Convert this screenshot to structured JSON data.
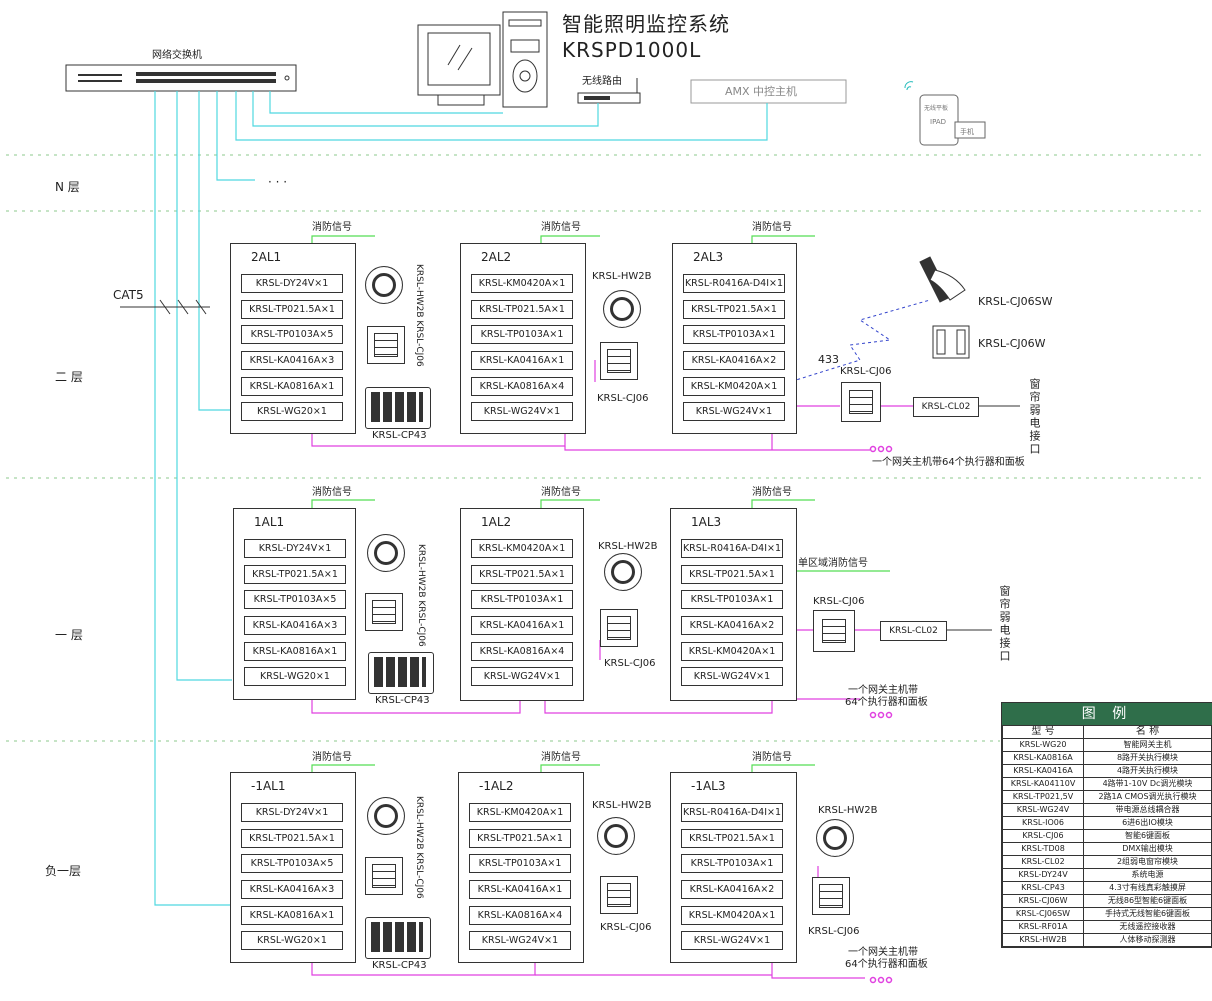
{
  "header": {
    "title_cn": "智能照明监控系统",
    "title_model": "KRSPD1000L"
  },
  "top": {
    "switch_label": "网络交换机",
    "router_label": "无线路由",
    "amx_label": "AMX 中控主机",
    "tablet_label": "无线平板",
    "tablet_ipad": "IPAD",
    "phone_label": "手机",
    "dots": "· · ·",
    "cat5": "CAT5"
  },
  "floors": {
    "n": "N 层",
    "f2": "二 层",
    "f1": "一 层",
    "b1": "负一层"
  },
  "common": {
    "fire": "消防信号",
    "single_fire": "单区域消防信号",
    "gw_note_a": "一个网关主机带64个执行器和面板",
    "gw_note_b1": "一个网关主机带",
    "gw_note_b2": "64个执行器和面板",
    "hw2b": "KRSL-HW2B",
    "cj06": "KRSL-CJ06",
    "cp43": "KRSL-CP43",
    "hw2b_cj06_v": "KRSL-HW2B  KRSL-CJ06",
    "cl02": "KRSL-CL02",
    "curtain": "窗帘弱电接口",
    "cj06sw": "KRSL-CJ06SW",
    "cj06w": "KRSL-CJ06W",
    "f433": "433"
  },
  "cabinets": {
    "c2al1": {
      "name": "2AL1",
      "modules": [
        "KRSL-DY24V×1",
        "KRSL-TP021.5A×1",
        "KRSL-TP0103A×5",
        "KRSL-KA0416A×3",
        "KRSL-KA0816A×1",
        "KRSL-WG20×1"
      ]
    },
    "c2al2": {
      "name": "2AL2",
      "modules": [
        "KRSL-KM0420A×1",
        "KRSL-TP021.5A×1",
        "KRSL-TP0103A×1",
        "KRSL-KA0416A×1",
        "KRSL-KA0816A×4",
        "KRSL-WG24V×1"
      ]
    },
    "c2al3": {
      "name": "2AL3",
      "modules": [
        "KRSL-R0416A-D4I×1",
        "KRSL-TP021.5A×1",
        "KRSL-TP0103A×1",
        "KRSL-KA0416A×2",
        "KRSL-KM0420A×1",
        "KRSL-WG24V×1"
      ]
    },
    "c1al1": {
      "name": "1AL1",
      "modules": [
        "KRSL-DY24V×1",
        "KRSL-TP021.5A×1",
        "KRSL-TP0103A×5",
        "KRSL-KA0416A×3",
        "KRSL-KA0816A×1",
        "KRSL-WG20×1"
      ]
    },
    "c1al2": {
      "name": "1AL2",
      "modules": [
        "KRSL-KM0420A×1",
        "KRSL-TP021.5A×1",
        "KRSL-TP0103A×1",
        "KRSL-KA0416A×1",
        "KRSL-KA0816A×4",
        "KRSL-WG24V×1"
      ]
    },
    "c1al3": {
      "name": "1AL3",
      "modules": [
        "KRSL-R0416A-D4I×1",
        "KRSL-TP021.5A×1",
        "KRSL-TP0103A×1",
        "KRSL-KA0416A×2",
        "KRSL-KM0420A×1",
        "KRSL-WG24V×1"
      ]
    },
    "cb1al1": {
      "name": "-1AL1",
      "modules": [
        "KRSL-DY24V×1",
        "KRSL-TP021.5A×1",
        "KRSL-TP0103A×5",
        "KRSL-KA0416A×3",
        "KRSL-KA0816A×1",
        "KRSL-WG20×1"
      ]
    },
    "cb1al2": {
      "name": "-1AL2",
      "modules": [
        "KRSL-KM0420A×1",
        "KRSL-TP021.5A×1",
        "KRSL-TP0103A×1",
        "KRSL-KA0416A×1",
        "KRSL-KA0816A×4",
        "KRSL-WG24V×1"
      ]
    },
    "cb1al3": {
      "name": "-1AL3",
      "modules": [
        "KRSL-R0416A-D4I×1",
        "KRSL-TP021.5A×1",
        "KRSL-TP0103A×1",
        "KRSL-KA0416A×2",
        "KRSL-KM0420A×1",
        "KRSL-WG24V×1"
      ]
    }
  },
  "legend": {
    "title": "图 例",
    "col_model": "型 号",
    "col_name": "名 称",
    "rows": [
      [
        "KRSL-WG20",
        "智能网关主机"
      ],
      [
        "KRSL-KA0816A",
        "8路开关执行模块"
      ],
      [
        "KRSL-KA0416A",
        "4路开关执行模块"
      ],
      [
        "KRSL-KA04110V",
        "4路带1-10V Dc调光模块"
      ],
      [
        "KRSL-TP021,5V",
        "2路1A CMOS调光执行模块"
      ],
      [
        "KRSL-WG24V",
        "带电源总线耦合器"
      ],
      [
        "KRSL-IO06",
        "6进6出IO模块"
      ],
      [
        "KRSL-CJ06",
        "智能6键面板"
      ],
      [
        "KRSL-TD08",
        "DMX输出模块"
      ],
      [
        "KRSL-CL02",
        "2组弱电窗帘模块"
      ],
      [
        "KRSL-DY24V",
        "系统电源"
      ],
      [
        "KRSL-CP43",
        "4.3寸有线真彩触摸屏"
      ],
      [
        "KRSL-CJ06W",
        "无线86型智能6键面板"
      ],
      [
        "KRSL-CJ06SW",
        "手持式无线智能6键面板"
      ],
      [
        "KRSL-RF01A",
        "无线遥控接收器"
      ],
      [
        "KRSL-HW2B",
        "人体移动探测器"
      ]
    ]
  },
  "colors": {
    "cyan": "#4fd8e0",
    "green": "#55dd55",
    "magenta": "#e040e0",
    "dash_blue": "#3344cc",
    "floor_dash": "#8cc88c",
    "legend_head": "#2f6e4a"
  }
}
